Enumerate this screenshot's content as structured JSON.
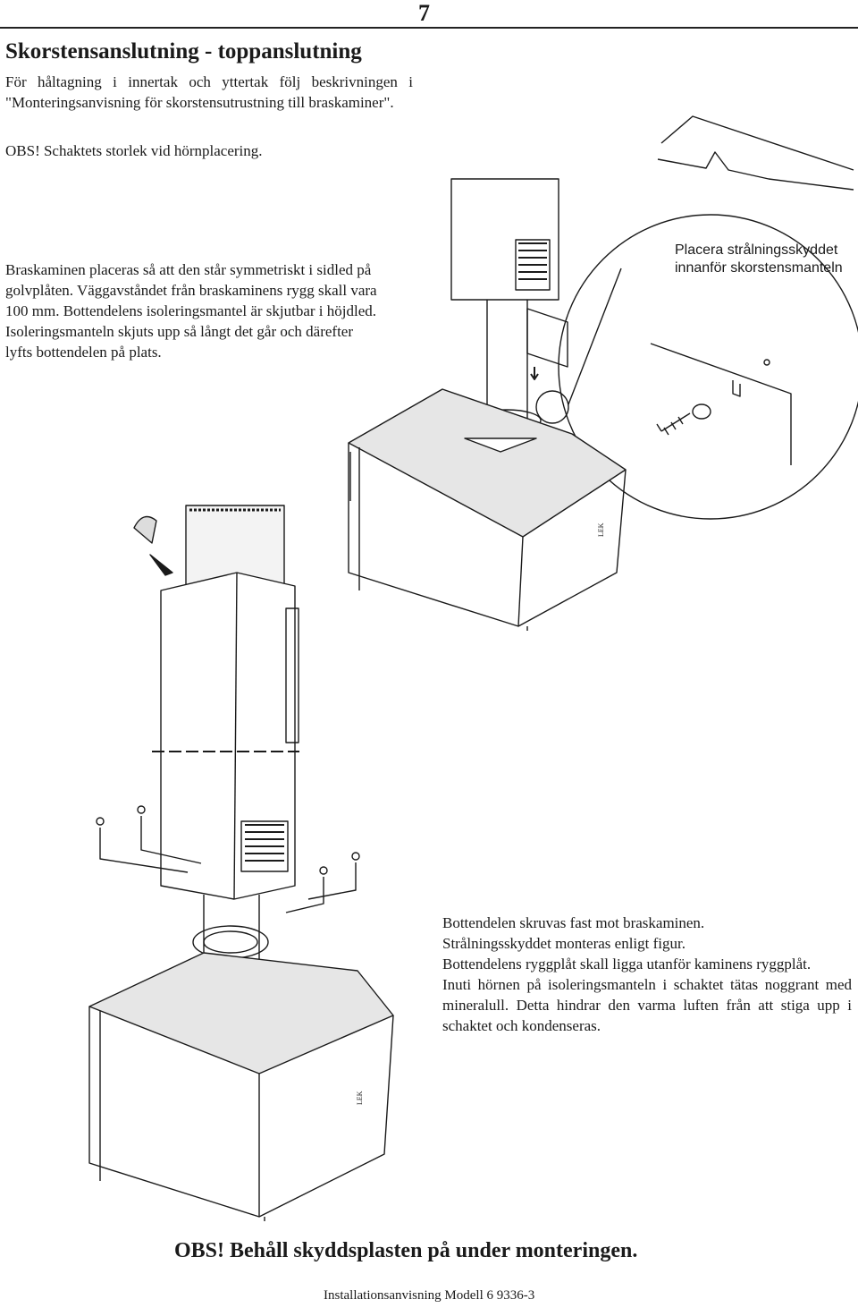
{
  "page_number": "7",
  "title": "Skorstensanslutning - toppanslutning",
  "intro": "För håltagning i innertak och yttertak följ beskrivningen i \"Monteringsanvisning för skorstensutrustning till braskaminer\".",
  "obs_shaft": "OBS! Schaktets storlek vid hörnplacering.",
  "placement": {
    "lines": [
      "Braskaminen placeras så att den står symmetriskt i sidled på",
      "golvplåten. Väggavståndet från braskaminens rygg skall vara",
      "100 mm. Bottendelens isoleringsmantel är skjutbar i höjdled.",
      "Isoleringsmanteln skjuts upp så långt det går och därefter",
      "lyfts bottendelen på plats."
    ]
  },
  "callout": "Placera strålningsskyddet innanför skorstensmanteln",
  "mounting": {
    "lines": [
      "Bottendelen skruvas fast mot braskaminen.",
      "Strålningsskyddet monteras enligt figur.",
      "Bottendelens ryggplåt skall ligga utanför kaminens ryggplåt.",
      "Inuti hörnen på isoleringsmanteln i schaktet tätas noggrant med mineralull. Detta hindrar den varma luften från att stiga upp i schaktet och kondenseras."
    ]
  },
  "obs_final": "OBS! Behåll skyddsplasten på under monteringen.",
  "footer": "Installationsanvisning Modell 6 9336-3",
  "stove_label": "LEK"
}
